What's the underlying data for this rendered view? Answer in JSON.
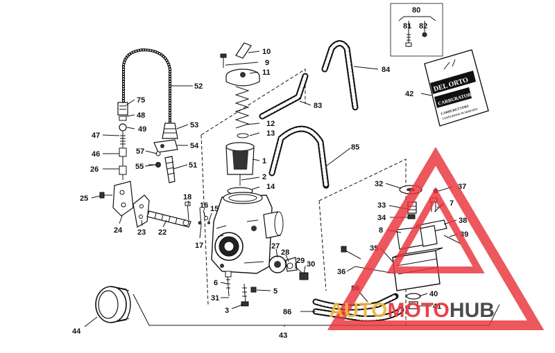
{
  "callouts": [
    {
      "id": "c80",
      "text": "80"
    },
    {
      "id": "c81",
      "text": "81"
    },
    {
      "id": "c82",
      "text": "82"
    },
    {
      "id": "c10",
      "text": "10"
    },
    {
      "id": "c9",
      "text": "9"
    },
    {
      "id": "c11",
      "text": "11"
    },
    {
      "id": "c52",
      "text": "52"
    },
    {
      "id": "c84",
      "text": "84"
    },
    {
      "id": "c42",
      "text": "42"
    },
    {
      "id": "c83",
      "text": "83"
    },
    {
      "id": "c75",
      "text": "75"
    },
    {
      "id": "c48",
      "text": "48"
    },
    {
      "id": "c49",
      "text": "49"
    },
    {
      "id": "c47",
      "text": "47"
    },
    {
      "id": "c53",
      "text": "53"
    },
    {
      "id": "c12",
      "text": "12"
    },
    {
      "id": "c13",
      "text": "13"
    },
    {
      "id": "c54",
      "text": "54"
    },
    {
      "id": "c85",
      "text": "85"
    },
    {
      "id": "c46",
      "text": "46"
    },
    {
      "id": "c57",
      "text": "57"
    },
    {
      "id": "c1",
      "text": "1"
    },
    {
      "id": "c55",
      "text": "55"
    },
    {
      "id": "c51",
      "text": "51"
    },
    {
      "id": "c26",
      "text": "26"
    },
    {
      "id": "c2",
      "text": "2"
    },
    {
      "id": "c14",
      "text": "14"
    },
    {
      "id": "c32",
      "text": "32"
    },
    {
      "id": "c37",
      "text": "37"
    },
    {
      "id": "c25",
      "text": "25"
    },
    {
      "id": "c18",
      "text": "18"
    },
    {
      "id": "c7",
      "text": "7"
    },
    {
      "id": "c16",
      "text": "16"
    },
    {
      "id": "c15",
      "text": "15"
    },
    {
      "id": "c33",
      "text": "33"
    },
    {
      "id": "c34",
      "text": "34"
    },
    {
      "id": "c38",
      "text": "38"
    },
    {
      "id": "c24",
      "text": "24"
    },
    {
      "id": "c23",
      "text": "23"
    },
    {
      "id": "c22",
      "text": "22"
    },
    {
      "id": "c8",
      "text": "8"
    },
    {
      "id": "c39",
      "text": "39"
    },
    {
      "id": "c17",
      "text": "17"
    },
    {
      "id": "c27",
      "text": "27"
    },
    {
      "id": "c28",
      "text": "28"
    },
    {
      "id": "c35",
      "text": "35"
    },
    {
      "id": "c29",
      "text": "29"
    },
    {
      "id": "c30",
      "text": "30"
    },
    {
      "id": "c36",
      "text": "36"
    },
    {
      "id": "c6",
      "text": "6"
    },
    {
      "id": "c5",
      "text": "5"
    },
    {
      "id": "c86a",
      "text": "86"
    },
    {
      "id": "c40",
      "text": "40"
    },
    {
      "id": "c31",
      "text": "31"
    },
    {
      "id": "c41",
      "text": "41"
    },
    {
      "id": "c3",
      "text": "3"
    },
    {
      "id": "c44",
      "text": "44"
    },
    {
      "id": "c86b",
      "text": "86"
    },
    {
      "id": "c43",
      "text": "43"
    }
  ],
  "bag": {
    "line1": "DEL ORTO",
    "line2": "CARBURATORI",
    "line3": "CARBURETTORS",
    "line4": "CONFEZIONE DI SERVIZIO"
  },
  "watermark": {
    "part1": "AUTO",
    "part2": "MOTO",
    "part3": "HUB",
    "colors": {
      "triangle": "#e8333a",
      "gold": "#f0b63c",
      "red": "#e8333a",
      "gray": "#3d3d3d"
    }
  }
}
